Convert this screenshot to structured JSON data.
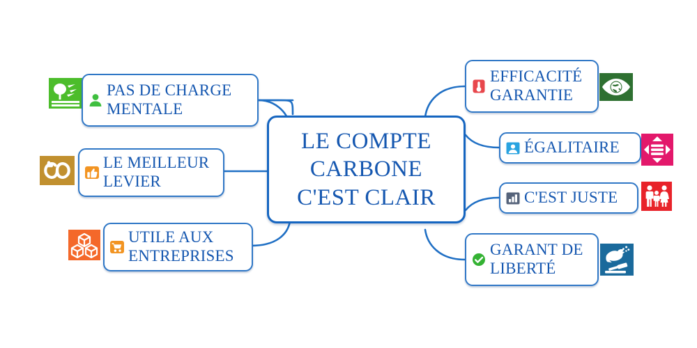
{
  "diagram": {
    "type": "mind-map",
    "title": "LE COMPTE\nCARBONE\nC'EST CLAIR",
    "title_color": "#1557B0",
    "center": {
      "label": "LE COMPTE\nCARBONE\nC'EST CLAIR",
      "border_color": "#1565C0",
      "fill_color": "#FFFFFF"
    },
    "branch_color": "#1F6FC4",
    "node_border_color": "#2F77C6",
    "node_text_color": "#1557B0",
    "branches": [
      {
        "id": "pas-de-charge-mentale",
        "side": "left",
        "label": "PAS DE CHARGE\nMENTALE",
        "inline_icon": "person-icon",
        "inline_icon_color": "#3FBF3F",
        "marker_icon": "park-tree-icon",
        "marker_color": "#4CBD2B"
      },
      {
        "id": "le-meilleur-levier",
        "side": "left",
        "label": "LE MEILLEUR\nLEVIER",
        "inline_icon": "thumbs-up-icon",
        "inline_icon_color": "#F29422",
        "marker_icon": "infinity-loop-icon",
        "marker_color": "#C1902F"
      },
      {
        "id": "utile-aux-entreprises",
        "side": "left",
        "label": "UTILE AUX\nENTREPRISES",
        "inline_icon": "shopping-cart-icon",
        "inline_icon_color": "#F29422",
        "marker_icon": "cubes-icon",
        "marker_color": "#F4682A"
      },
      {
        "id": "efficacite-garantie",
        "side": "right",
        "label": "EFFICACITÉ\nGARANTIE",
        "inline_icon": "thermometer-icon",
        "inline_icon_color": "#E8474C",
        "marker_icon": "eye-globe-icon",
        "marker_color": "#2E7031"
      },
      {
        "id": "egalitaire",
        "side": "right",
        "label": "ÉGALITAIRE",
        "inline_icon": "user-badge-icon",
        "inline_icon_color": "#29A3E0",
        "marker_icon": "four-way-arrows-icon",
        "marker_color": "#E3186B"
      },
      {
        "id": "c-est-juste",
        "side": "right",
        "label": "C'EST JUSTE",
        "inline_icon": "bar-chart-icon",
        "inline_icon_color": "#55637A",
        "marker_icon": "family-icon",
        "marker_color": "#E8232A"
      },
      {
        "id": "garant-de-liberte",
        "side": "right",
        "label": "GARANT DE\nLIBERTÉ",
        "inline_icon": "check-circle-icon",
        "inline_icon_color": "#34B233",
        "marker_icon": "dove-gavel-icon",
        "marker_color": "#1A6A9C"
      }
    ]
  }
}
